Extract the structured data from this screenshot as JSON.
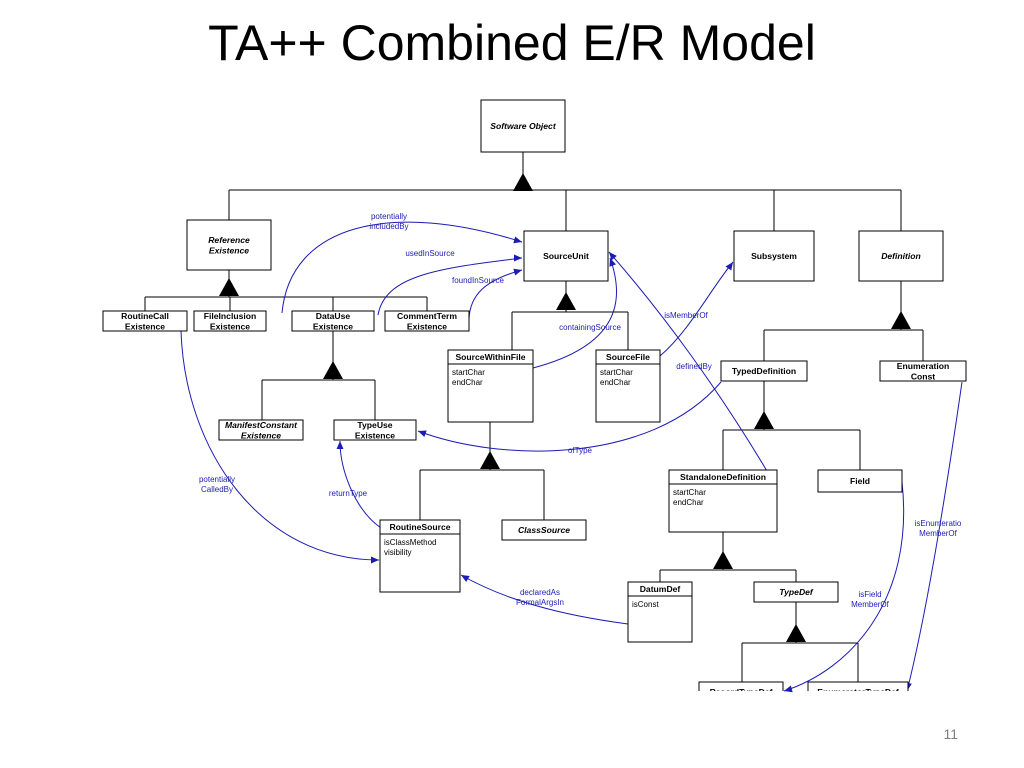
{
  "slide": {
    "title": "TA++ Combined E/R Model",
    "page_number": "11"
  },
  "entities": [
    {
      "id": "software_object",
      "lines": [
        "Software Object"
      ],
      "italic": true,
      "attrs": []
    },
    {
      "id": "reference_existence",
      "lines": [
        "Reference",
        "Existence"
      ],
      "italic": true,
      "attrs": []
    },
    {
      "id": "source_unit",
      "lines": [
        "SourceUnit"
      ],
      "italic": false,
      "attrs": []
    },
    {
      "id": "subsystem",
      "lines": [
        "Subsystem"
      ],
      "italic": false,
      "attrs": []
    },
    {
      "id": "definition",
      "lines": [
        "Definition"
      ],
      "italic": true,
      "attrs": []
    },
    {
      "id": "routine_call_existence",
      "lines": [
        "RoutineCall",
        "Existence"
      ],
      "italic": false,
      "attrs": []
    },
    {
      "id": "file_inclusion_existence",
      "lines": [
        "FileInclusion",
        "Existence"
      ],
      "italic": false,
      "attrs": []
    },
    {
      "id": "data_use_existence",
      "lines": [
        "DataUse",
        "Existence"
      ],
      "italic": false,
      "attrs": []
    },
    {
      "id": "comment_term_existence",
      "lines": [
        "CommentTerm",
        "Existence"
      ],
      "italic": false,
      "attrs": []
    },
    {
      "id": "source_within_file",
      "lines": [
        "SourceWithinFile"
      ],
      "italic": false,
      "attrs": [
        "startChar",
        "endChar"
      ]
    },
    {
      "id": "source_file",
      "lines": [
        "SourceFile"
      ],
      "italic": false,
      "attrs": [
        "startChar",
        "endChar"
      ]
    },
    {
      "id": "typed_definition",
      "lines": [
        "TypedDefinition"
      ],
      "italic": false,
      "attrs": []
    },
    {
      "id": "enumeration_const",
      "lines": [
        "Enumeration",
        "Const"
      ],
      "italic": false,
      "attrs": []
    },
    {
      "id": "manifest_constant_existence",
      "lines": [
        "ManifestConstant",
        "Existence"
      ],
      "italic": true,
      "attrs": []
    },
    {
      "id": "type_use_existence",
      "lines": [
        "TypeUse",
        "Existence"
      ],
      "italic": false,
      "attrs": []
    },
    {
      "id": "standalone_definition",
      "lines": [
        "StandaloneDefinition"
      ],
      "italic": false,
      "attrs": [
        "startChar",
        "endChar"
      ]
    },
    {
      "id": "field",
      "lines": [
        "Field"
      ],
      "italic": false,
      "attrs": []
    },
    {
      "id": "routine_source",
      "lines": [
        "RoutineSource"
      ],
      "italic": false,
      "attrs": [
        "isClassMethod",
        "visibility"
      ]
    },
    {
      "id": "class_source",
      "lines": [
        "ClassSource"
      ],
      "italic": true,
      "attrs": []
    },
    {
      "id": "datum_def",
      "lines": [
        "DatumDef"
      ],
      "italic": false,
      "attrs": [
        "isConst"
      ]
    },
    {
      "id": "type_def",
      "lines": [
        "TypeDef"
      ],
      "italic": true,
      "attrs": []
    },
    {
      "id": "record_type_def",
      "lines": [
        "RecordTypeDef"
      ],
      "italic": false,
      "attrs": []
    },
    {
      "id": "enumerator_type_def",
      "lines": [
        "EnumeratorTypeDef"
      ],
      "italic": false,
      "attrs": []
    }
  ],
  "relationships": [
    {
      "id": "potentially_included_by",
      "lines": [
        "potentially",
        "includedBy"
      ]
    },
    {
      "id": "used_in_source",
      "lines": [
        "usedInSource"
      ]
    },
    {
      "id": "found_in_source",
      "lines": [
        "foundInSource"
      ]
    },
    {
      "id": "containing_source",
      "lines": [
        "containingSource"
      ]
    },
    {
      "id": "is_member_of",
      "lines": [
        "isMemberOf"
      ]
    },
    {
      "id": "defined_by",
      "lines": [
        "definedBy"
      ]
    },
    {
      "id": "of_type",
      "lines": [
        "ofType"
      ]
    },
    {
      "id": "potentially_called_by",
      "lines": [
        "potentially",
        "CalledBy"
      ]
    },
    {
      "id": "return_type",
      "lines": [
        "returnType"
      ]
    },
    {
      "id": "declared_as_formal_args_in",
      "lines": [
        "declaredAs",
        "FormalArgsIn"
      ]
    },
    {
      "id": "is_field_member_of",
      "lines": [
        "isField",
        "MemberOf"
      ]
    },
    {
      "id": "is_enumeration_member_of",
      "lines": [
        "isEnumeratio",
        "MemberOf"
      ]
    }
  ]
}
